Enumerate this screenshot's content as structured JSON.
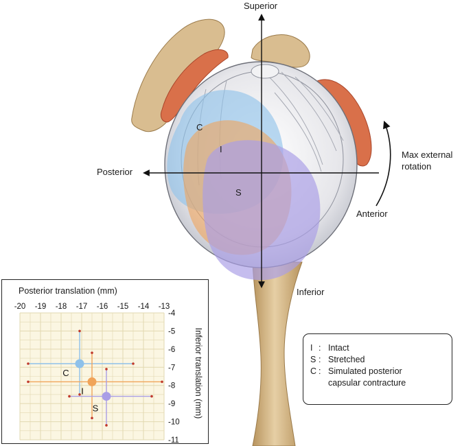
{
  "directions": {
    "superior": "Superior",
    "inferior": "Inferior",
    "posterior": "Posterior",
    "anterior": "Anterior",
    "rotation": "Max external\nrotation"
  },
  "region_labels": {
    "contracture": "C",
    "intact": "I",
    "stretched": "S"
  },
  "legend": [
    {
      "key": "I",
      "sep": ":",
      "text": "Intact"
    },
    {
      "key": "S",
      "sep": ":",
      "text": "Stretched"
    },
    {
      "key": "C",
      "sep": ":",
      "text": "Simulated posterior\ncapsular contracture"
    }
  ],
  "colors": {
    "intact": "#f0a45a",
    "stretched": "#a99ee6",
    "contracture": "#8ec1ea",
    "bone": "#d9bd90",
    "muscle": "#d9704a",
    "grid": "#e2d8b0",
    "grid_bg": "#fbf6e2",
    "range_marker": "#c0392b"
  },
  "chart_data": {
    "type": "scatter",
    "xlabel": "Posterior translation (mm)",
    "ylabel": "Inferior translation (mm)",
    "xlim": [
      -20,
      -13
    ],
    "ylim": [
      -11,
      -4
    ],
    "x_ticks": [
      "-20",
      "-19",
      "-18",
      "-17",
      "-16",
      "-15",
      "-14",
      "-13"
    ],
    "y_ticks": [
      "-4",
      "-5",
      "-6",
      "-7",
      "-8",
      "-9",
      "-10",
      "-11"
    ],
    "grid": true,
    "series": [
      {
        "label": "C",
        "x": -17.1,
        "y": -6.8,
        "x_range": [
          -19.6,
          -14.5
        ],
        "y_range": [
          -5.0,
          -8.5
        ],
        "color_key": "contracture"
      },
      {
        "label": "I",
        "x": -16.5,
        "y": -7.8,
        "x_range": [
          -19.6,
          -13.1
        ],
        "y_range": [
          -6.2,
          -9.8
        ],
        "color_key": "intact"
      },
      {
        "label": "S",
        "x": -15.8,
        "y": -8.6,
        "x_range": [
          -17.6,
          -13.6
        ],
        "y_range": [
          -7.1,
          -10.2
        ],
        "color_key": "stretched"
      }
    ]
  }
}
